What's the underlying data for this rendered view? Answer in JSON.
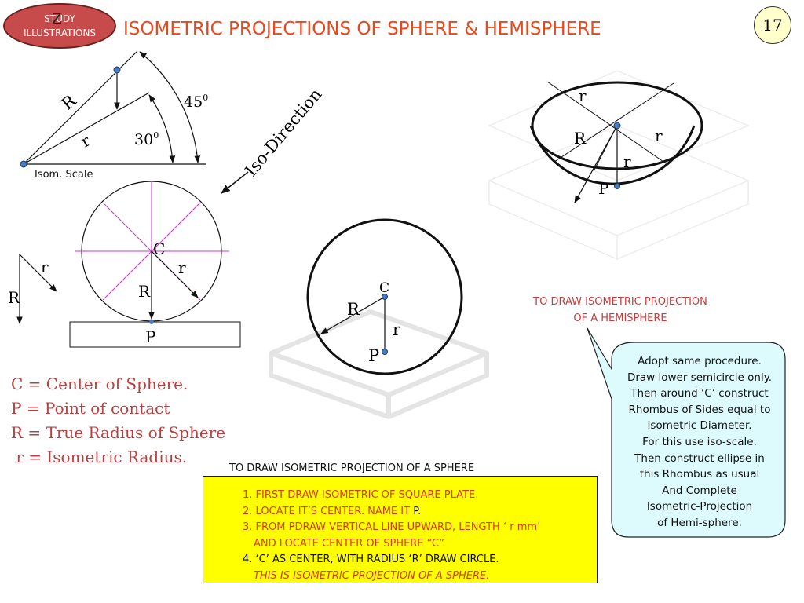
{
  "badge": {
    "line1": "STUDY",
    "line2": "ILLUSTRATIONS",
    "mark": "Z"
  },
  "title": "ISOMETRIC PROJECTIONS OF SPHERE & HEMISPHERE",
  "page_number": "17",
  "scale": {
    "label_R": "R",
    "label_r": "r",
    "angle_45": "45",
    "angle_45_sup": "0",
    "angle_30": "30",
    "angle_30_sup": "0",
    "caption": "Isom. Scale"
  },
  "iso_direction": "Iso-Direction",
  "left_sphere": {
    "C": "C",
    "r": "r",
    "R": "R",
    "P": "P"
  },
  "key": {
    "r": "r",
    "R": "R"
  },
  "legend": [
    "C = Center of Sphere.",
    "P = Point of contact",
    "R = True Radius of Sphere",
    " r = Isometric Radius."
  ],
  "center_sphere": {
    "C": "C",
    "R": "R",
    "r": "r",
    "P": "P"
  },
  "hemisphere": {
    "r_top": "r",
    "R": "R",
    "r_right": "r",
    "r_mid": "r",
    "P": "P"
  },
  "sphere_heading": "TO DRAW ISOMETRIC PROJECTION OF A SPHERE",
  "steps": {
    "s1": "1. FIRST DRAW ISOMETRIC OF SQUARE PLATE.",
    "s2": "2. LOCATE IT’S CENTER. NAME IT ",
    "s2_end": "P.",
    "s3": "3. FROM PDRAW VERTICAL LINE UPWARD, LENGTH ‘ r mm’",
    "s3b": "AND LOCATE CENTER OF SPHERE “C”",
    "s4": "4. ‘C’ AS CENTER, WITH RADIUS ‘R’ DRAW CIRCLE.",
    "s4b": "THIS IS ISOMETRIC PROJECTION OF A SPHERE."
  },
  "hemi_heading": {
    "line1": "TO DRAW ISOMETRIC PROJECTION",
    "line2": "OF A HEMISPHERE"
  },
  "callout": [
    "Adopt same procedure.",
    "Draw lower semicircle only.",
    "Then around ‘C’ construct",
    "Rhombus of Sides equal to",
    "Isometric Diameter.",
    "For this use iso-scale.",
    "Then construct ellipse in",
    "this Rhombus as usual",
    "And Complete",
    "Isometric-Projection",
    "of Hemi-sphere."
  ],
  "colors": {
    "title": "#e8481c",
    "badge": "#c84b4b",
    "legend": "#b84040",
    "steps_box": "#ffff00",
    "callout": "#ddfbfd",
    "construction": "#cc33cc",
    "point": "#4a7abf"
  }
}
